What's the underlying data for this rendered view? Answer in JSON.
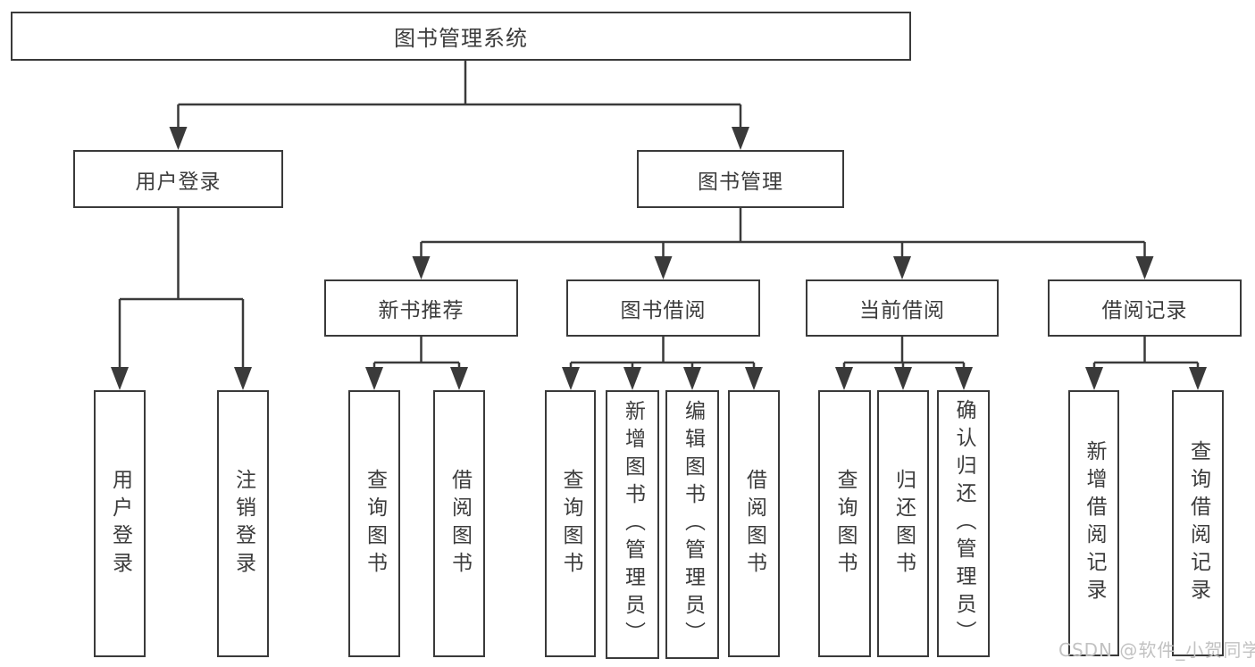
{
  "diagram": {
    "root": {
      "label": "图书管理系统"
    },
    "level2": [
      {
        "label": "用户登录",
        "children": [
          {
            "label": "用户登录"
          },
          {
            "label": "注销登录"
          }
        ]
      },
      {
        "label": "图书管理",
        "children": [
          {
            "label": "新书推荐",
            "children": [
              {
                "label": "查询图书"
              },
              {
                "label": "借阅图书"
              }
            ]
          },
          {
            "label": "图书借阅",
            "children": [
              {
                "label": "查询图书"
              },
              {
                "label": "新增图书（管理员）"
              },
              {
                "label": "编辑图书（管理员）"
              },
              {
                "label": "借阅图书"
              }
            ]
          },
          {
            "label": "当前借阅",
            "children": [
              {
                "label": "查询图书"
              },
              {
                "label": "归还图书"
              },
              {
                "label": "确认归还（管理员）"
              }
            ]
          },
          {
            "label": "借阅记录",
            "children": [
              {
                "label": "新增借阅记录"
              },
              {
                "label": "查询借阅记录"
              }
            ]
          }
        ]
      }
    ]
  },
  "watermark": {
    "text": "CSDN @软件_小贺同学"
  },
  "colors": {
    "line": "#3a3a3a",
    "box_border": "#3a3a3a",
    "text": "#3c3c3c",
    "watermark": "#c2c2c2",
    "background": "#ffffff"
  }
}
